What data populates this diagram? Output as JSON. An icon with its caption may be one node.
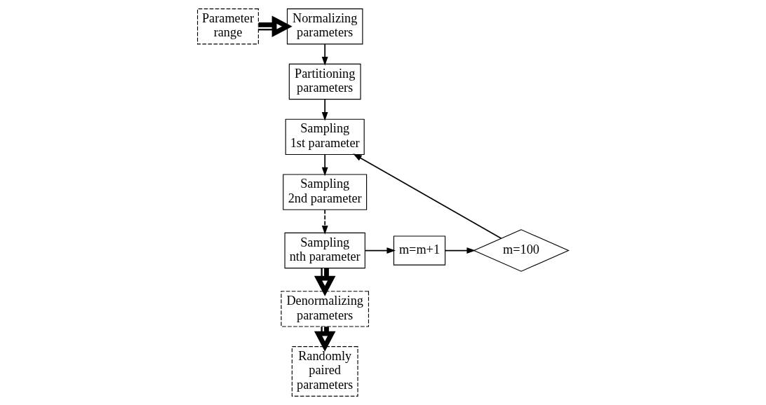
{
  "diagram": {
    "nodes": [
      {
        "text": [
          "Normalizing parameters"
        ]
      },
      {
        "text": [
          "Parameter range"
        ]
      },
      {
        "text": [
          "Partitioning parameters"
        ]
      },
      {
        "text": [
          "Sampling 1st parameter"
        ]
      },
      {
        "text": [
          "Sampling 2nd parameter"
        ]
      },
      {
        "text": [
          "Sampling nth parameter"
        ]
      },
      {
        "text": [
          "m=m+1"
        ]
      },
      {
        "text": [
          "m=100"
        ]
      },
      {
        "text": [
          "Denormalizing parameters"
        ]
      },
      {
        "text": [
          "Randomly paired parameters"
        ]
      }
    ],
    "edges": [
      {
        "from": 1,
        "to": 0,
        "arrow": "to",
        "style": "thick"
      },
      {
        "from": 0,
        "to": 2,
        "arrow": "to"
      },
      {
        "from": 2,
        "to": 3,
        "arrow": "to"
      },
      {
        "from": 3,
        "to": 4,
        "arrow": "to"
      },
      {
        "from": 4,
        "to": 5,
        "arrow": "to",
        "style": "dashed"
      },
      {
        "from": 5,
        "to": 6,
        "arrow": "to"
      },
      {
        "from": 6,
        "to": 7,
        "arrow": "to"
      },
      {
        "from": 7,
        "to": 3,
        "arrow": "to"
      },
      {
        "from": 5,
        "to": 8,
        "arrow": "to",
        "style": "thick"
      },
      {
        "from": 8,
        "to": 9,
        "arrow": "to",
        "style": "thick"
      }
    ]
  }
}
